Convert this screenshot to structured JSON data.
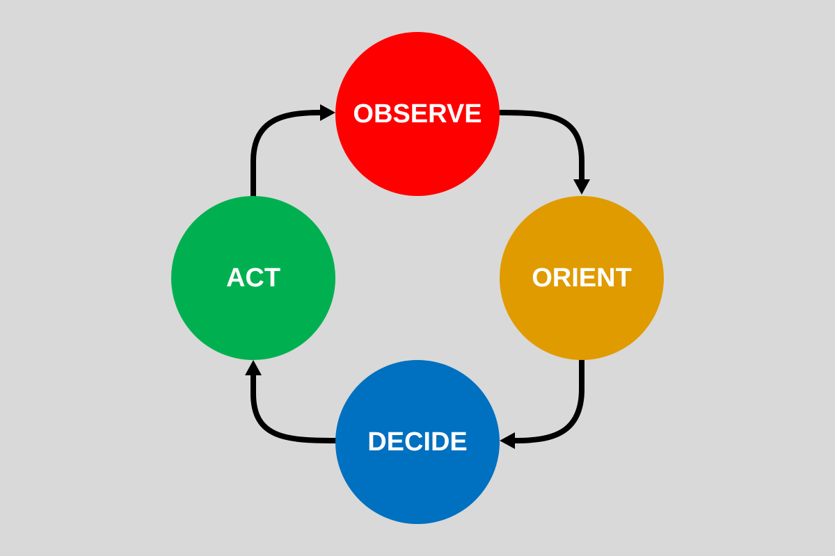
{
  "background": "#d9d9d9",
  "nodes": {
    "observe": {
      "label": "OBSERVE",
      "color": "#ff0000"
    },
    "orient": {
      "label": "ORIENT",
      "color": "#e09b00"
    },
    "decide": {
      "label": "DECIDE",
      "color": "#0070c0"
    },
    "act": {
      "label": "ACT",
      "color": "#00b050"
    }
  },
  "connector_color": "#000000",
  "edges": [
    {
      "from": "observe",
      "to": "orient"
    },
    {
      "from": "orient",
      "to": "decide"
    },
    {
      "from": "decide",
      "to": "act"
    },
    {
      "from": "act",
      "to": "observe"
    }
  ]
}
